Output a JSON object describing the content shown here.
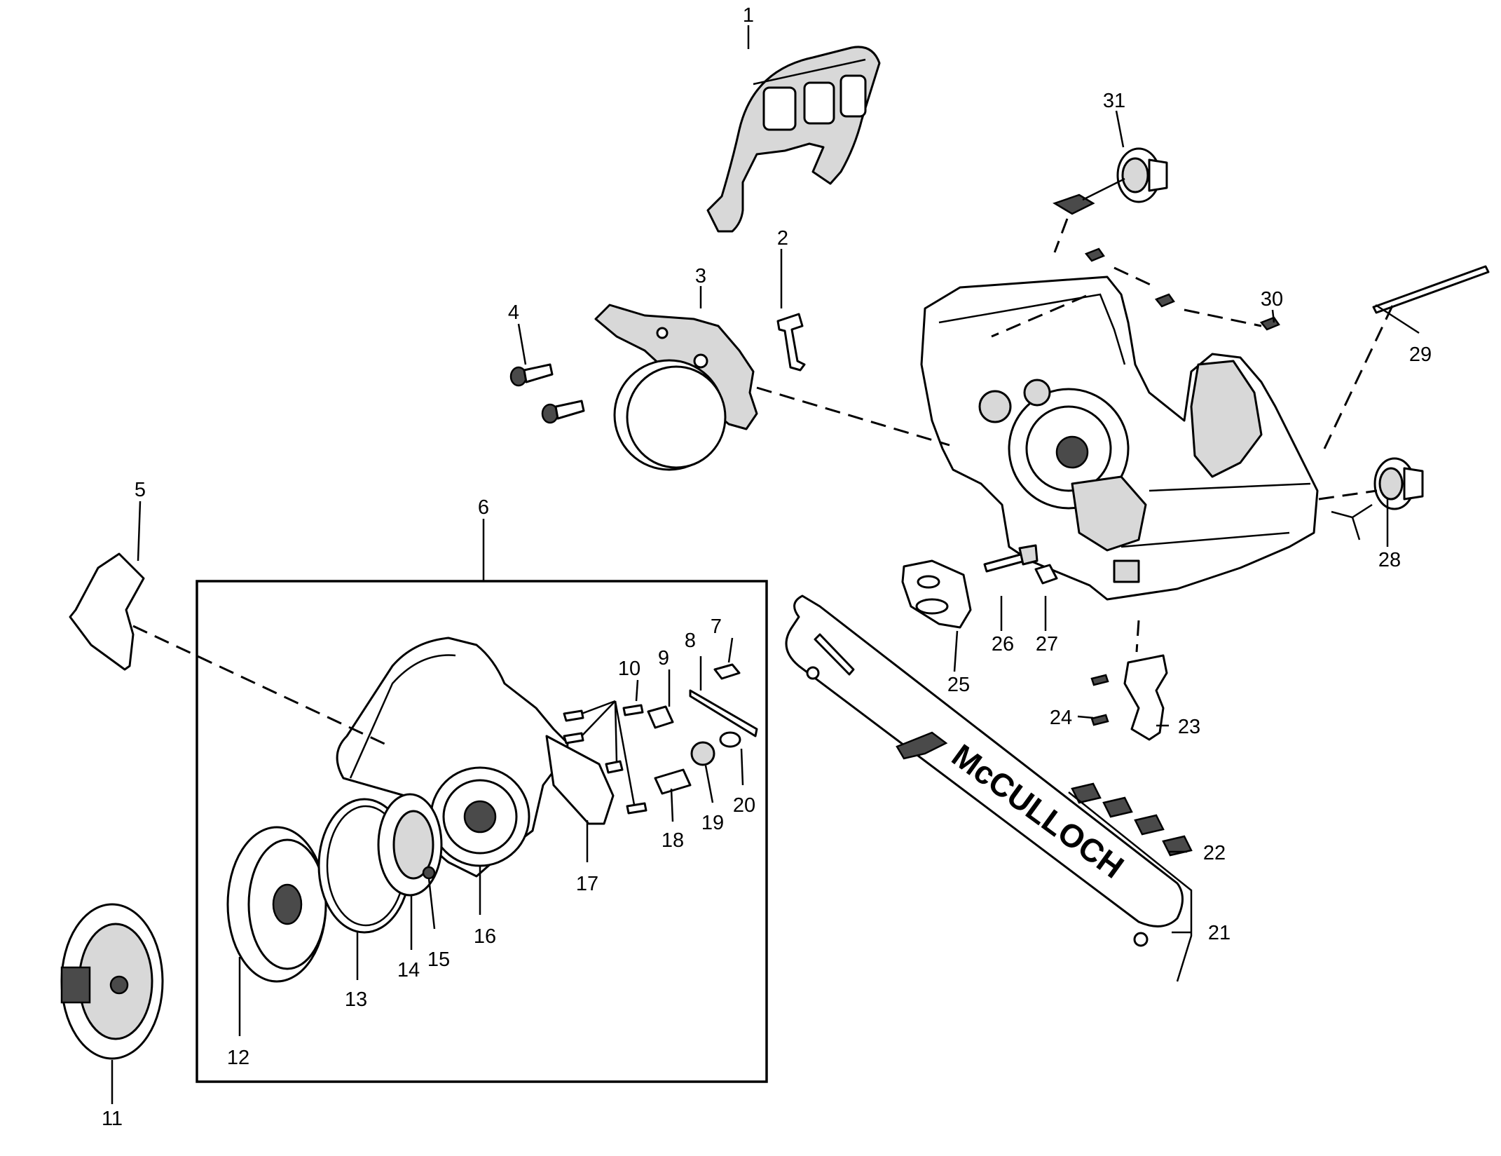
{
  "callouts": [
    "1",
    "2",
    "3",
    "4",
    "5",
    "6",
    "7",
    "8",
    "9",
    "10",
    "11",
    "12",
    "13",
    "14",
    "15",
    "16",
    "17",
    "18",
    "19",
    "20",
    "21",
    "22",
    "23",
    "24",
    "25",
    "26",
    "27",
    "28",
    "29",
    "30",
    "31"
  ],
  "bar_brand": "McCULLOCH"
}
